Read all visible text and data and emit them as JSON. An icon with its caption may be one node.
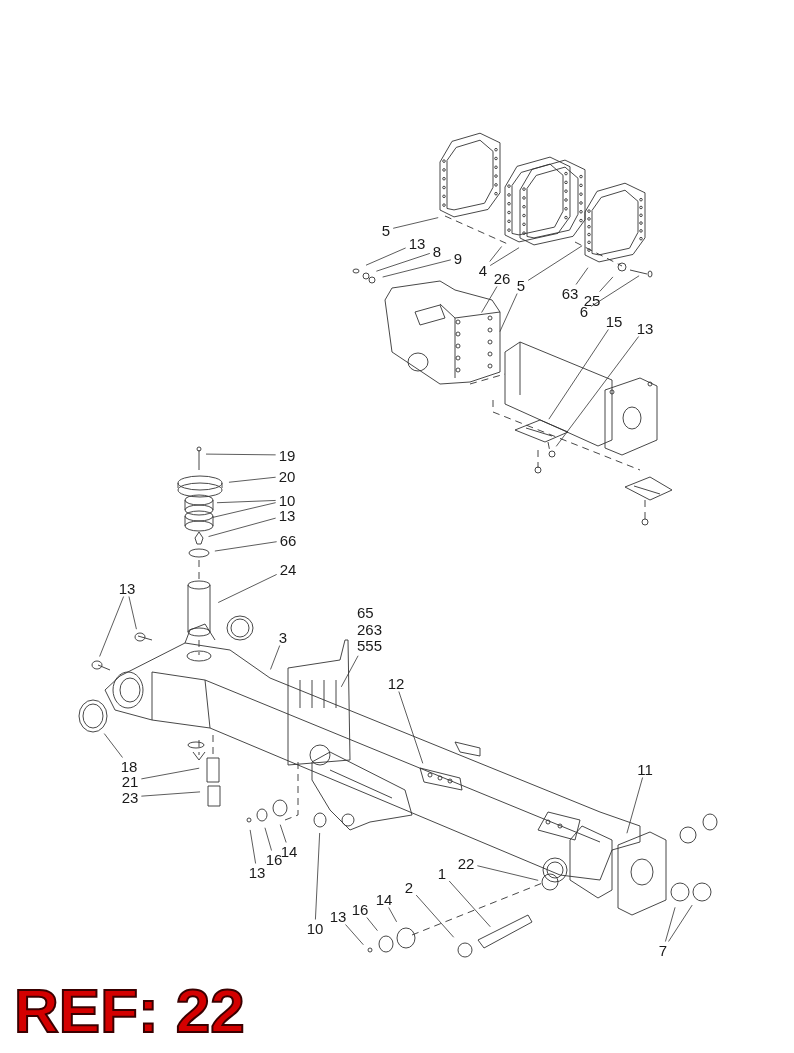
{
  "diagram": {
    "nodes": [
      {
        "text": [
          "5"
        ]
      },
      {
        "text": [
          "13"
        ]
      },
      {
        "text": [
          "8"
        ]
      },
      {
        "text": [
          "9"
        ]
      },
      {
        "text": [
          "4"
        ]
      },
      {
        "text": [
          "26"
        ]
      },
      {
        "text": [
          "5"
        ]
      },
      {
        "text": [
          "63"
        ]
      },
      {
        "text": [
          "25"
        ]
      },
      {
        "text": [
          "6"
        ]
      },
      {
        "text": [
          "15"
        ]
      },
      {
        "text": [
          "13"
        ]
      },
      {
        "text": [
          "19"
        ]
      },
      {
        "text": [
          "20"
        ]
      },
      {
        "text": [
          "10"
        ]
      },
      {
        "text": [
          "13"
        ]
      },
      {
        "text": [
          "66"
        ]
      },
      {
        "text": [
          "24"
        ]
      },
      {
        "text": [
          "13"
        ]
      },
      {
        "text": [
          "65 263 555"
        ]
      },
      {
        "text": [
          "3"
        ]
      },
      {
        "text": [
          "12"
        ]
      },
      {
        "text": [
          "18"
        ]
      },
      {
        "text": [
          "21"
        ]
      },
      {
        "text": [
          "11"
        ]
      },
      {
        "text": [
          "23"
        ]
      },
      {
        "text": [
          "14"
        ]
      },
      {
        "text": [
          "16"
        ]
      },
      {
        "text": [
          "13"
        ]
      },
      {
        "text": [
          "22"
        ]
      },
      {
        "text": [
          "1"
        ]
      },
      {
        "text": [
          "2"
        ]
      },
      {
        "text": [
          "14"
        ]
      },
      {
        "text": [
          "16"
        ]
      },
      {
        "text": [
          "13"
        ]
      },
      {
        "text": [
          "10"
        ]
      },
      {
        "text": [
          "7"
        ]
      }
    ],
    "edges": [
      {
        "from": 0,
        "to": null,
        "arrow": "none"
      },
      {
        "from": 1,
        "to": null,
        "arrow": "none"
      },
      {
        "from": 2,
        "to": null,
        "arrow": "none"
      },
      {
        "from": 3,
        "to": null,
        "arrow": "none"
      },
      {
        "from": 4,
        "to": null,
        "arrow": "none"
      },
      {
        "from": 4,
        "to": null,
        "arrow": "none"
      },
      {
        "from": 5,
        "to": null,
        "arrow": "none"
      },
      {
        "from": 6,
        "to": null,
        "arrow": "none"
      },
      {
        "from": 6,
        "to": null,
        "arrow": "none"
      },
      {
        "from": 7,
        "to": null,
        "arrow": "none"
      },
      {
        "from": 8,
        "to": null,
        "arrow": "none"
      },
      {
        "from": 9,
        "to": null,
        "arrow": "none"
      },
      {
        "from": 10,
        "to": null,
        "arrow": "none"
      },
      {
        "from": 11,
        "to": null,
        "arrow": "none"
      },
      {
        "from": 12,
        "to": null,
        "arrow": "none"
      },
      {
        "from": 13,
        "to": null,
        "arrow": "none"
      },
      {
        "from": 14,
        "to": null,
        "arrow": "none"
      },
      {
        "from": 14,
        "to": null,
        "arrow": "none"
      },
      {
        "from": 15,
        "to": null,
        "arrow": "none"
      },
      {
        "from": 16,
        "to": null,
        "arrow": "none"
      },
      {
        "from": 17,
        "to": null,
        "arrow": "none"
      },
      {
        "from": 18,
        "to": null,
        "arrow": "none"
      },
      {
        "from": 18,
        "to": null,
        "arrow": "none"
      },
      {
        "from": 19,
        "to": null,
        "arrow": "none"
      },
      {
        "from": 20,
        "to": null,
        "arrow": "none"
      },
      {
        "from": 21,
        "to": null,
        "arrow": "none"
      },
      {
        "from": 22,
        "to": null,
        "arrow": "none"
      },
      {
        "from": 23,
        "to": null,
        "arrow": "none"
      },
      {
        "from": 24,
        "to": null,
        "arrow": "none"
      },
      {
        "from": 25,
        "to": null,
        "arrow": "none"
      },
      {
        "from": 26,
        "to": null,
        "arrow": "none"
      },
      {
        "from": 27,
        "to": null,
        "arrow": "none"
      },
      {
        "from": 28,
        "to": null,
        "arrow": "none"
      },
      {
        "from": 29,
        "to": null,
        "arrow": "none"
      },
      {
        "from": 30,
        "to": null,
        "arrow": "none"
      },
      {
        "from": 31,
        "to": null,
        "arrow": "none"
      },
      {
        "from": 32,
        "to": null,
        "arrow": "none"
      },
      {
        "from": 33,
        "to": null,
        "arrow": "none"
      },
      {
        "from": 34,
        "to": null,
        "arrow": "none"
      },
      {
        "from": 35,
        "to": null,
        "arrow": "none"
      },
      {
        "from": 36,
        "to": null,
        "arrow": "none"
      },
      {
        "from": 36,
        "to": null,
        "arrow": "none"
      }
    ],
    "labels": [
      "REF: 22"
    ]
  }
}
